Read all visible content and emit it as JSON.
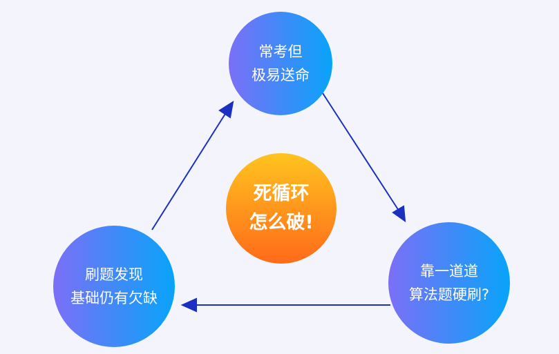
{
  "nodes": {
    "top": {
      "line1": "常考但",
      "line2": "极易送命"
    },
    "right": {
      "line1": "靠一道道",
      "line2": "算法题硬刷?"
    },
    "left": {
      "line1": "刷题发现",
      "line2": "基础仍有欠缺"
    },
    "center": {
      "line1": "死循环",
      "line2": "怎么破!"
    }
  },
  "colors": {
    "arrow": "#1b2fc1",
    "background": "#f3f4fc"
  }
}
